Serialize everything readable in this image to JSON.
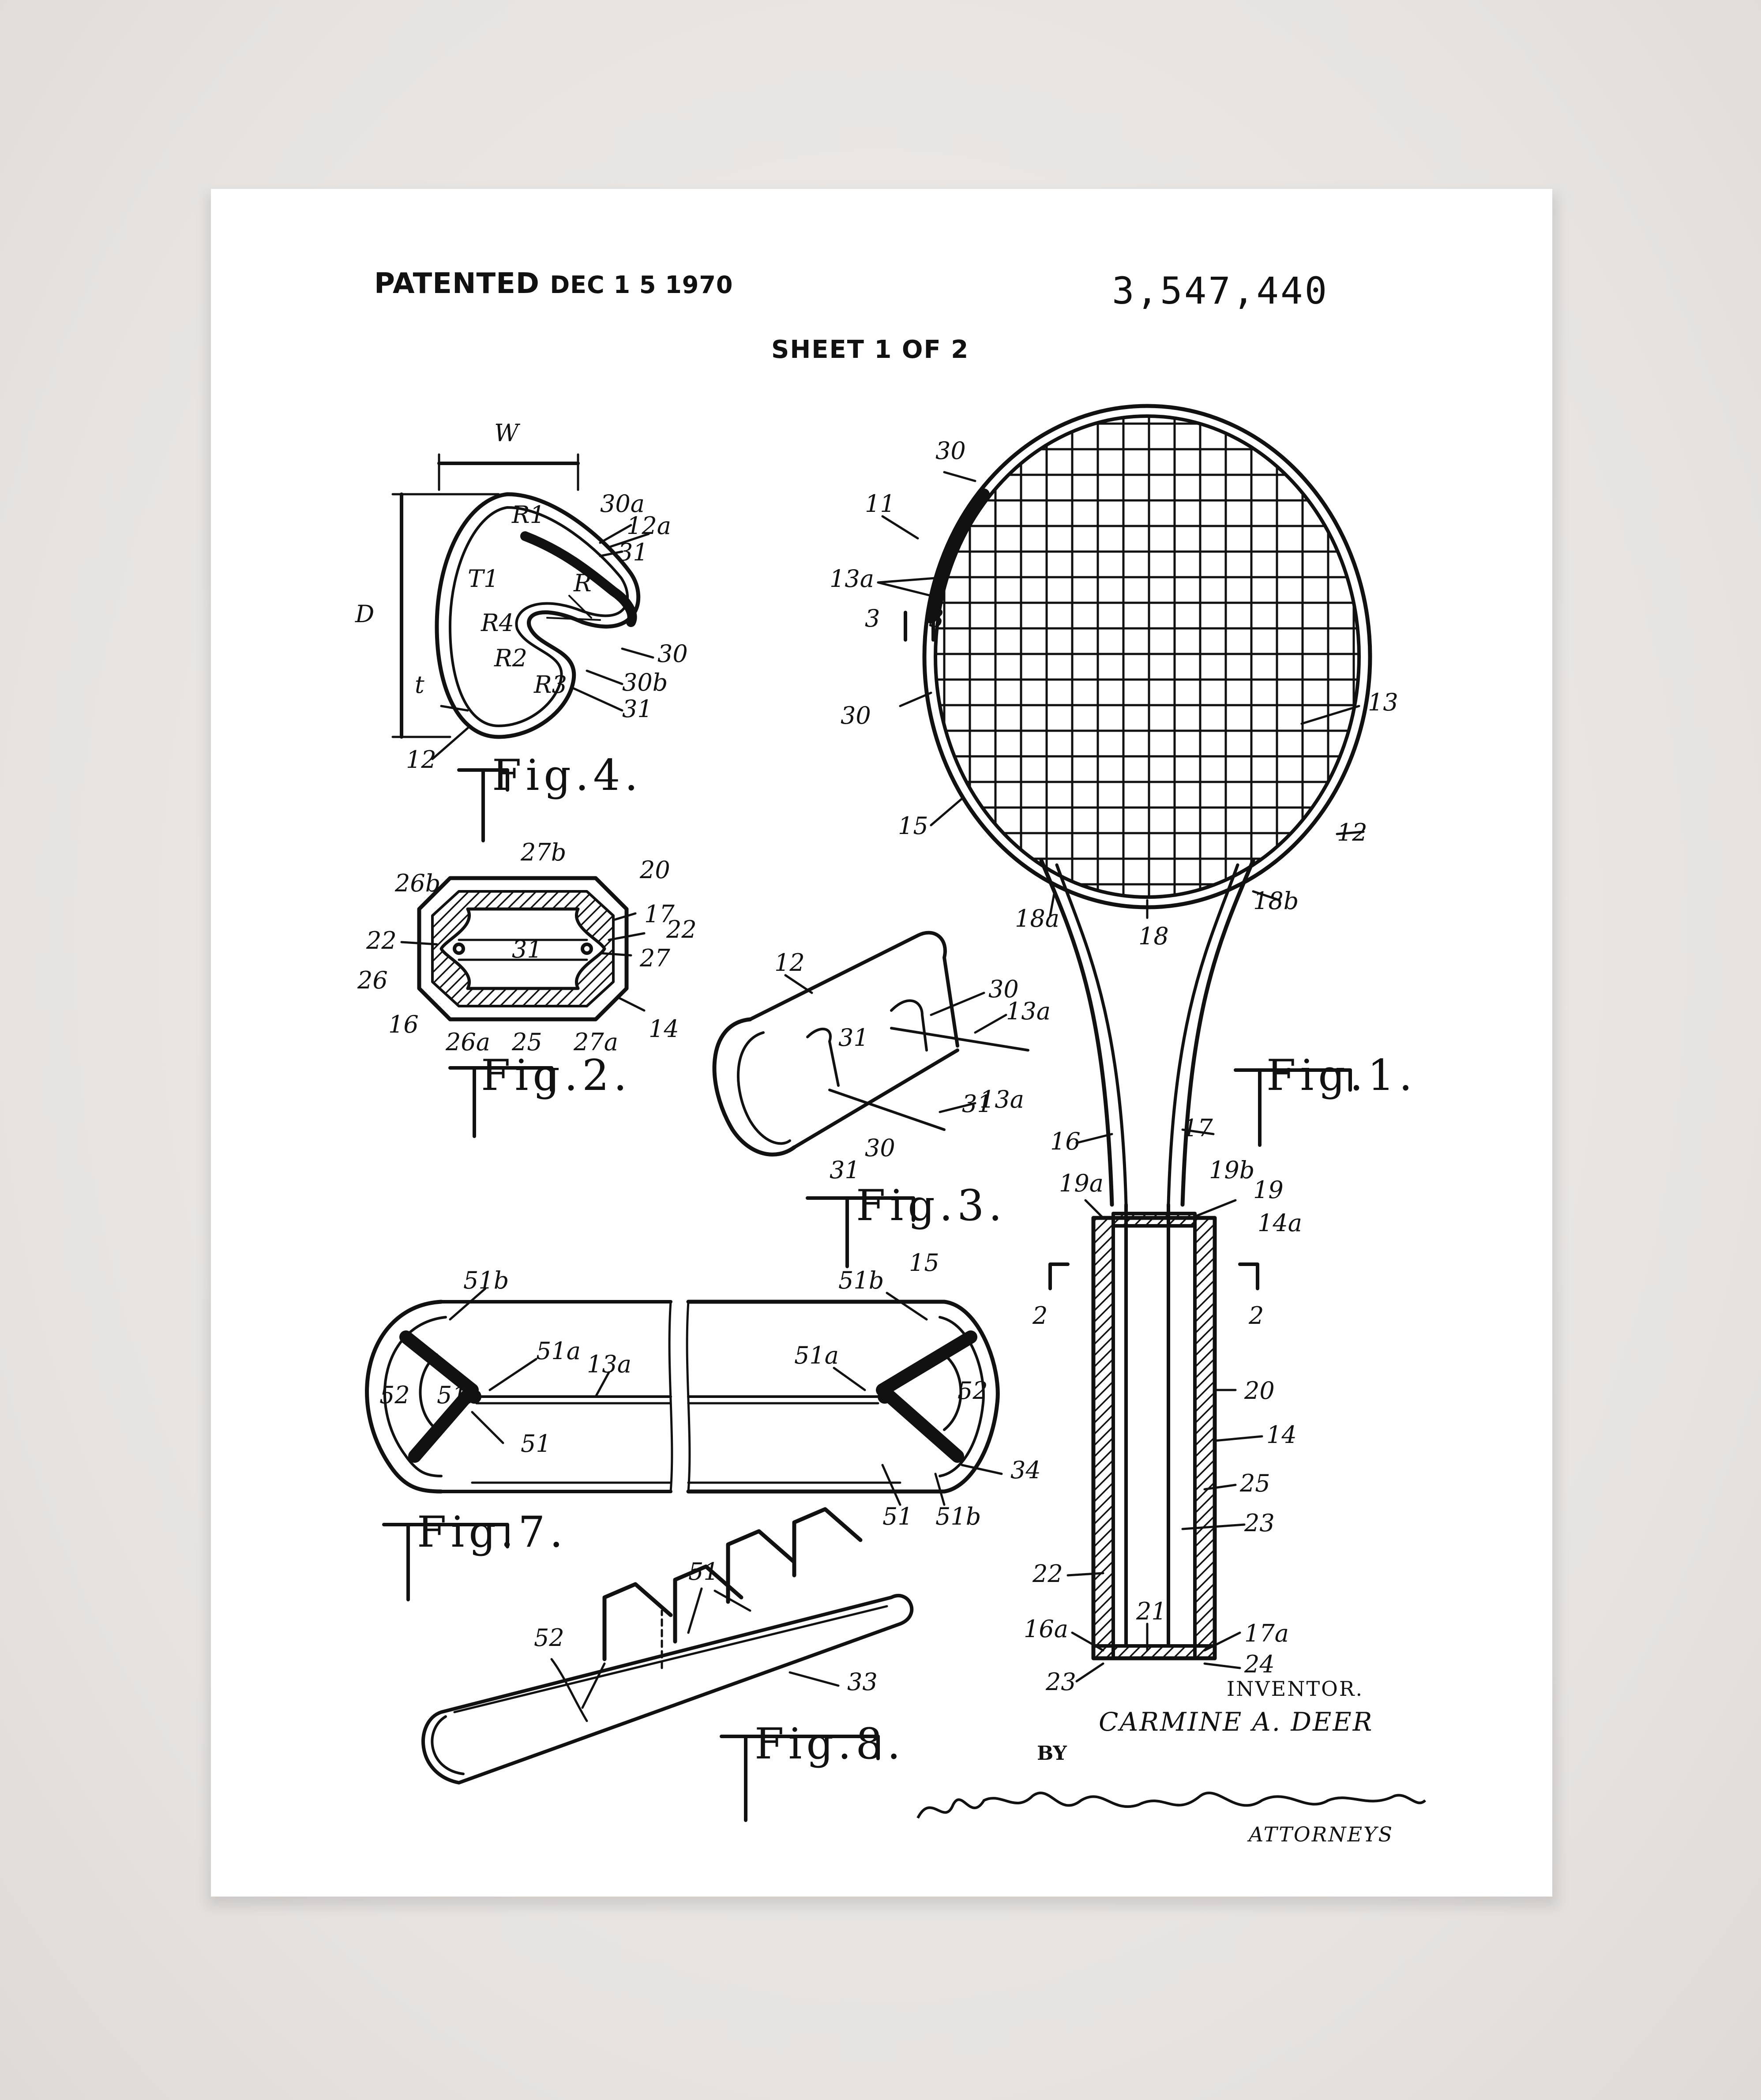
{
  "header": {
    "patented_label": "PATENTED",
    "patented_date": "DEC 1 5 1970",
    "patent_number": "3,547,440",
    "sheet": "SHEET 1 OF 2"
  },
  "figures": {
    "fig1": "Fig.1.",
    "fig2": "Fig.2.",
    "fig3": "Fig.3.",
    "fig4": "Fig.4.",
    "fig7": "Fig.7.",
    "fig8": "Fig.8."
  },
  "labels": {
    "fig1": [
      "11",
      "30",
      "13a",
      "3",
      "3",
      "30",
      "13",
      "15",
      "12",
      "18a",
      "18",
      "18b",
      "16",
      "17",
      "19a",
      "19b",
      "19",
      "14a",
      "2",
      "2",
      "20",
      "14",
      "25",
      "23",
      "22",
      "16a",
      "21",
      "17a",
      "23",
      "24"
    ],
    "fig2": [
      "27b",
      "26b",
      "20",
      "17",
      "22",
      "22",
      "31",
      "27",
      "26",
      "16",
      "26a",
      "25",
      "27a",
      "14"
    ],
    "fig3": [
      "12",
      "30",
      "13a",
      "31",
      "31",
      "13a",
      "30",
      "31"
    ],
    "fig4": [
      "W",
      "D",
      "R1",
      "30a",
      "12a",
      "31",
      "T1",
      "R",
      "R4",
      "30",
      "R2",
      "30b",
      "R3",
      "31",
      "t",
      "12"
    ],
    "fig7": [
      "51b",
      "51a",
      "13a",
      "52",
      "51b",
      "51",
      "51b",
      "15",
      "51a",
      "52",
      "34",
      "51",
      "51b"
    ],
    "fig8": [
      "51",
      "52",
      "33"
    ]
  },
  "signature": {
    "inventor_label": "INVENTOR.",
    "inventor_name": "CARMINE A. DEER",
    "by": "BY",
    "attorneys_signature": "Wied, McElhaney, Brooks & Fitzpatrick",
    "attorneys_label": "ATTORNEYS"
  }
}
